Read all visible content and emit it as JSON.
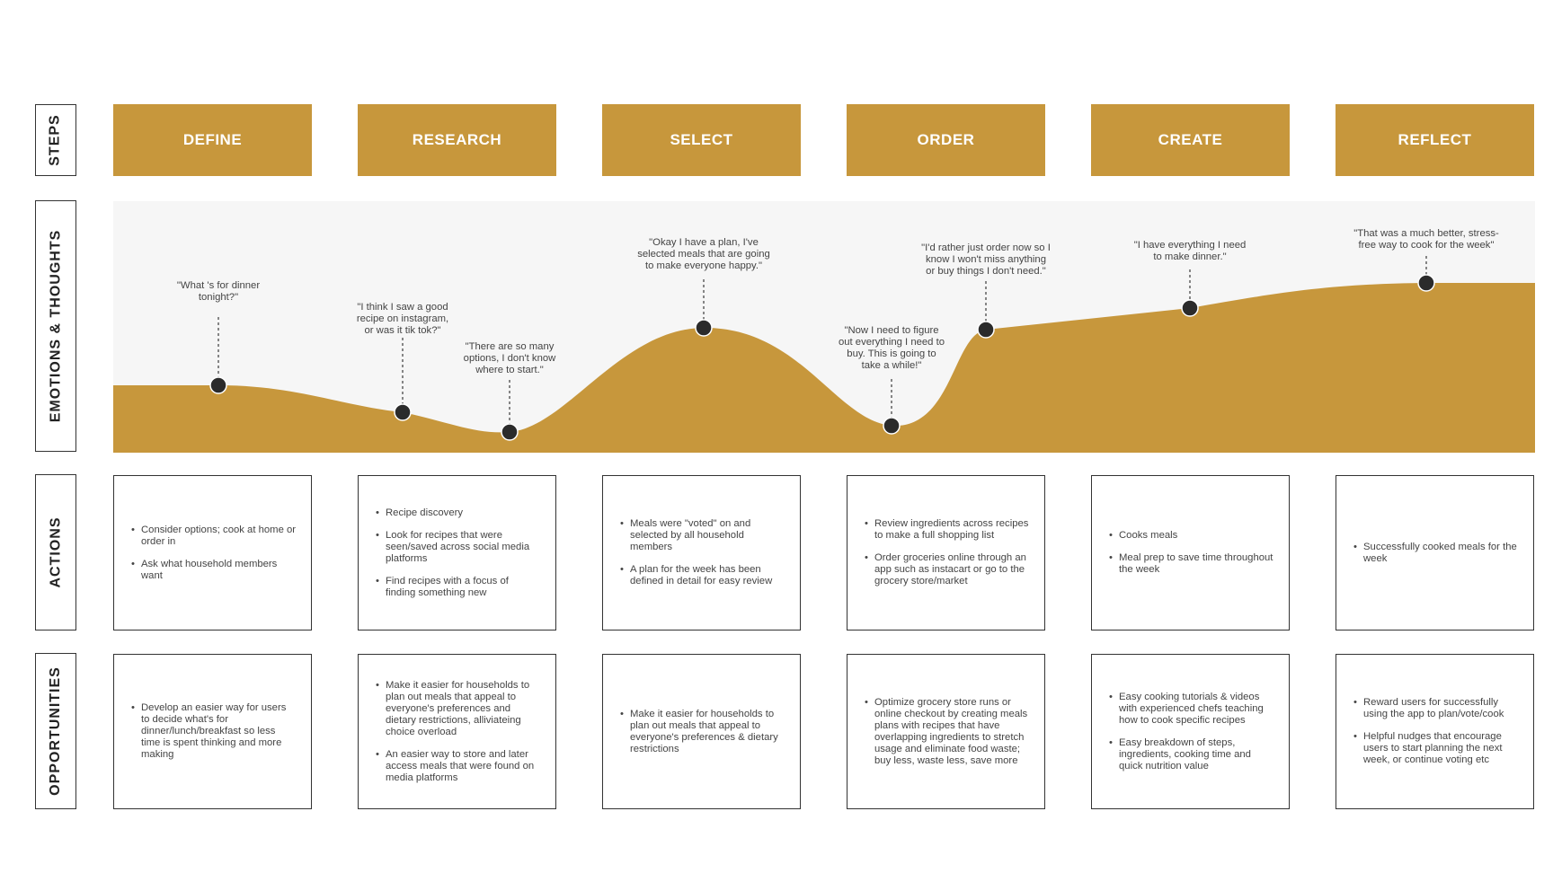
{
  "labels": {
    "steps": "STEPS",
    "emotions": "EMOTIONS & THOUGHTS",
    "actions": "ACTIONS",
    "opportunities": "OPPORTUNITIES"
  },
  "colors": {
    "accent": "#c7973c",
    "band": "#f6f6f6",
    "dot": "#2b2b2b",
    "border": "#333333"
  },
  "steps": [
    "DEFINE",
    "RESEARCH",
    "SELECT",
    "ORDER",
    "CREATE",
    "REFLECT"
  ],
  "thoughts": [
    "\"What 's for dinner\ntonight?\"",
    "\"I think I saw a good\nrecipe on instagram,\nor was it tik tok?\"",
    "\"There are so many\noptions, I don't know\nwhere to start.\"",
    "\"Okay I have a plan, I've\nselected meals that are going\nto make everyone happy.\"",
    "\"Now I need to figure\nout everything I need to\nbuy. This is going to\ntake a while!\"",
    "\"I'd rather just order now so I\nknow I won't miss anything\nor buy things I don't need.\"",
    "\"I have everything I need\nto make dinner.\"",
    "\"That was a much better, stress-\nfree way to cook for the week\""
  ],
  "actions": [
    [
      "Consider options; cook at home or order in",
      "Ask what household members want"
    ],
    [
      "Recipe discovery",
      "Look for recipes that were seen/saved across social media platforms",
      "Find recipes with a focus of finding something new"
    ],
    [
      "Meals were \"voted\" on and selected by all household members",
      "A plan for the week has been defined in detail for easy review"
    ],
    [
      "Review ingredients across recipes to make a full shopping list",
      "Order groceries online through an app such as instacart or go to the grocery store/market"
    ],
    [
      "Cooks meals",
      "Meal prep to save time throughout the week"
    ],
    [
      "Successfully cooked meals for the week"
    ]
  ],
  "opportunities": [
    [
      "Develop an easier way for users to decide what's for dinner/lunch/breakfast so less time is spent thinking and more making"
    ],
    [
      "Make it easier for households to plan out meals that appeal to everyone's preferences and dietary restrictions, alliviateing choice overload",
      "An easier way to store and later access meals that were found on media platforms"
    ],
    [
      "Make it easier for households to plan out meals that appeal to everyone's preferences & dietary restrictions"
    ],
    [
      "Optimize grocery store runs or online checkout by creating meals plans with recipes that have overlapping ingredients to stretch usage and eliminate food waste; buy less, waste less, save more"
    ],
    [
      "Easy cooking tutorials & videos with experienced chefs teaching how to cook specific recipes",
      "Easy breakdown of steps, ingredients, cooking time and quick nutrition value"
    ],
    [
      "Reward users for successfully using the app to plan/vote/cook",
      "Helpful nudges that encourage users to start planning the next week, or continue voting etc"
    ]
  ]
}
